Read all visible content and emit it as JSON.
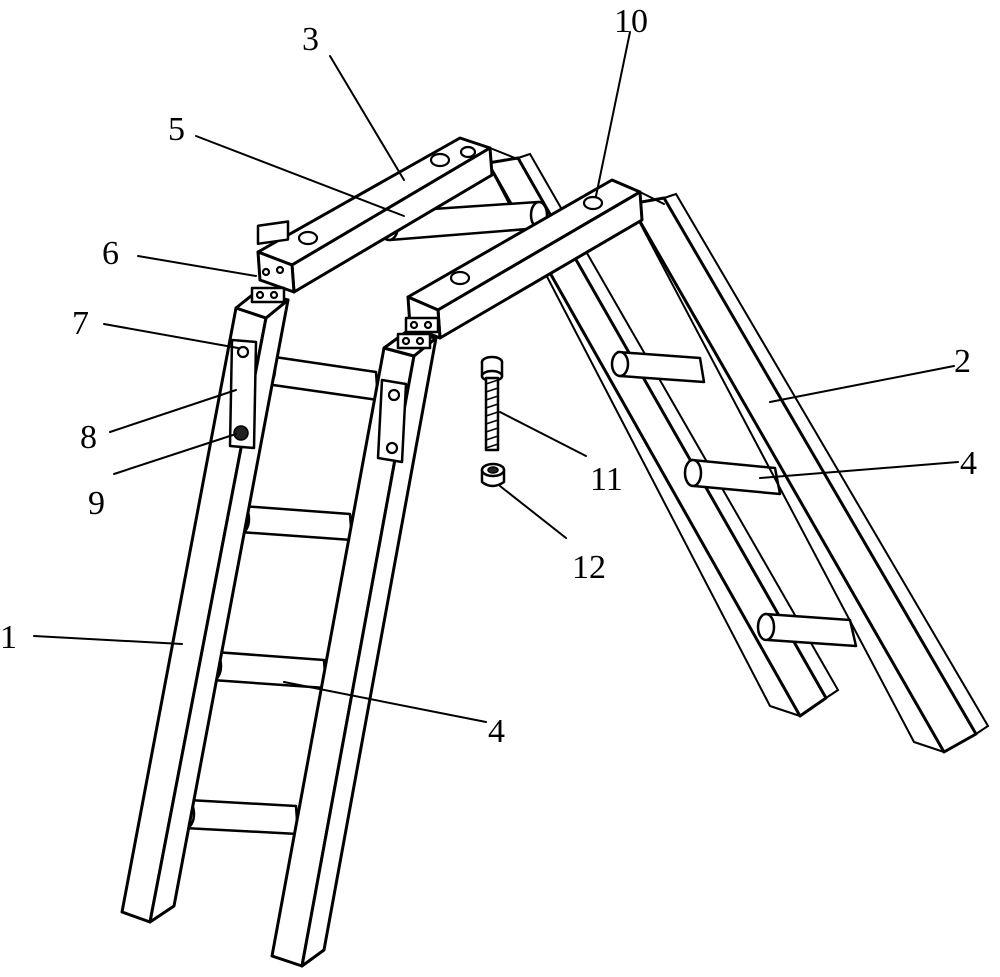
{
  "figure": {
    "labels": [
      {
        "id": "1",
        "text": "1"
      },
      {
        "id": "2",
        "text": "2"
      },
      {
        "id": "3",
        "text": "3"
      },
      {
        "id": "4a",
        "text": "4"
      },
      {
        "id": "4b",
        "text": "4"
      },
      {
        "id": "5",
        "text": "5"
      },
      {
        "id": "6",
        "text": "6"
      },
      {
        "id": "7",
        "text": "7"
      },
      {
        "id": "8",
        "text": "8"
      },
      {
        "id": "9",
        "text": "9"
      },
      {
        "id": "10",
        "text": "10"
      },
      {
        "id": "11",
        "text": "11"
      },
      {
        "id": "12",
        "text": "12"
      }
    ]
  }
}
